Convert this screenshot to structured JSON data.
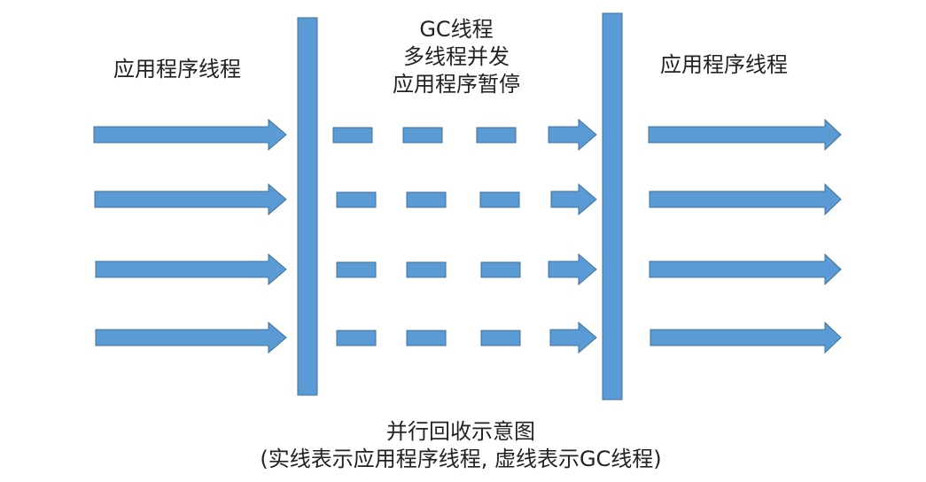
{
  "labels": {
    "left": "应用程序线程",
    "right": "应用程序线程",
    "center": [
      "GC线程",
      "多线程并发",
      "应用程序暂停"
    ]
  },
  "caption": {
    "title": "并行回收示意图",
    "subtitle": "(实线表示应用程序线程, 虚线表示GC线程)"
  },
  "diagram": {
    "thread_rows": 4,
    "gc_dashes_per_row": 3,
    "colors": {
      "fill": "#5b9bd5",
      "stroke": "#41719c"
    }
  }
}
